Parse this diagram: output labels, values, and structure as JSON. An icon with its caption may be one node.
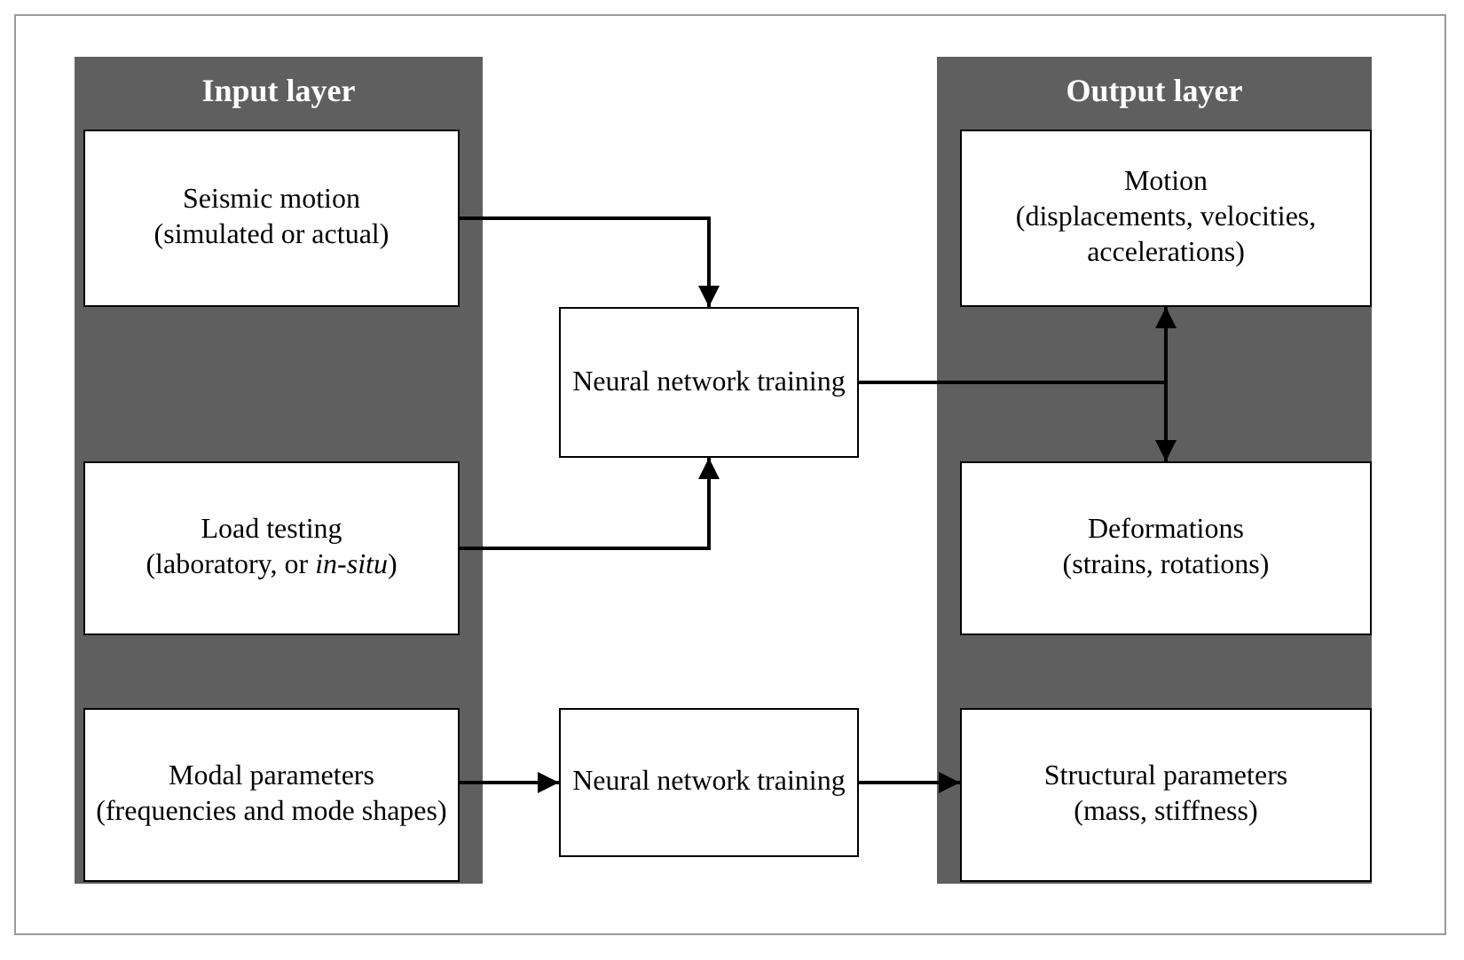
{
  "diagram": {
    "nodes": [
      {
        "text": [
          "Input layer"
        ]
      },
      {
        "text": [
          "Seismic motion",
          "(simulated or actual)"
        ],
        "in": 0
      },
      {
        "text": [
          "Load testing",
          "(laboratory, or *in-situ*)"
        ],
        "in": 0
      },
      {
        "text": [
          "Modal parameters",
          "(frequencies and mode shapes)"
        ],
        "in": 0
      },
      {
        "text": [
          "Neural network training"
        ]
      },
      {
        "text": [
          "Neural network training"
        ]
      },
      {
        "text": [
          "Output layer"
        ]
      },
      {
        "text": [
          "Motion",
          "(displacements, velocities, accelerations)"
        ],
        "in": 6
      },
      {
        "text": [
          "Deformations",
          "(strains, rotations)"
        ],
        "in": 6
      },
      {
        "text": [
          "Structural parameters",
          "(mass, stiffness)"
        ],
        "in": 6
      }
    ],
    "edges": [
      {
        "from": 1,
        "to": 4,
        "arrow": "to"
      },
      {
        "from": 2,
        "to": 4,
        "arrow": "to"
      },
      {
        "from": 4,
        "to": 7,
        "arrow": "to"
      },
      {
        "from": 4,
        "to": 8,
        "arrow": "to"
      },
      {
        "from": 3,
        "to": 5,
        "arrow": "to"
      },
      {
        "from": 5,
        "to": 9,
        "arrow": "to"
      }
    ]
  }
}
